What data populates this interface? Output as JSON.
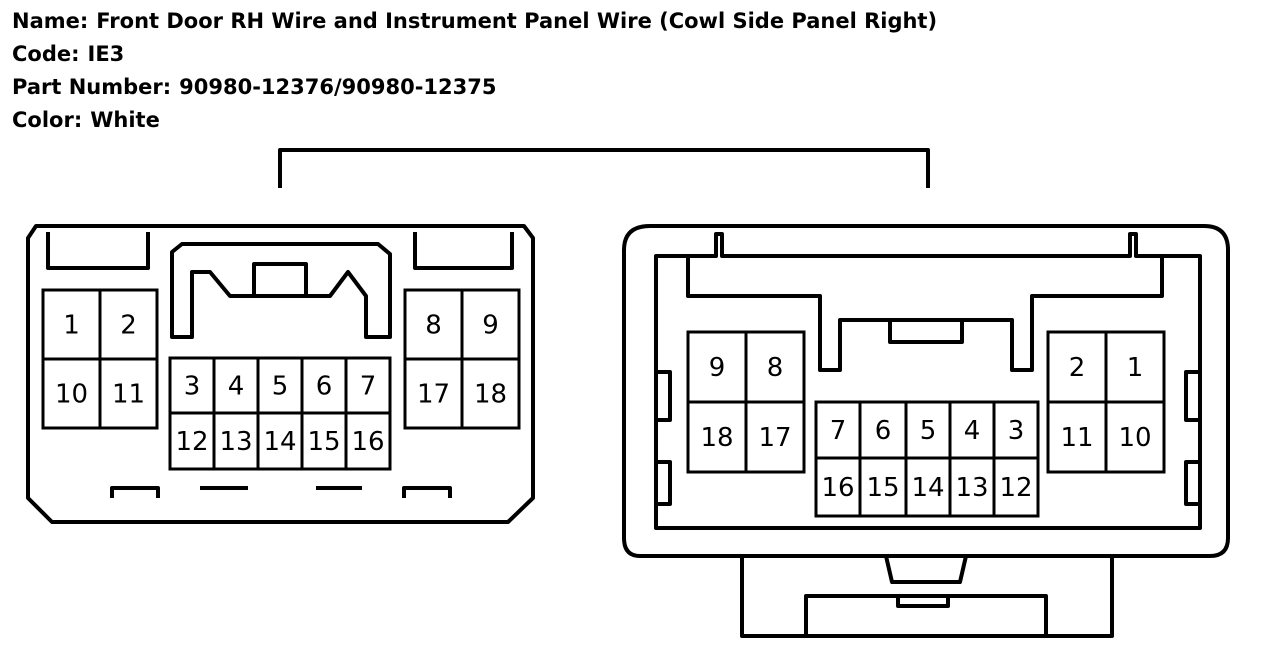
{
  "header": {
    "name_label": "Name:",
    "name_value": "Front Door RH Wire and Instrument Panel Wire (Cowl Side Panel Right)",
    "code_label": "Code:",
    "code_value": "IE3",
    "part_label": "Part Number:",
    "part_value": "90980-12376/90980-12375",
    "color_label": "Color:",
    "color_value": "White"
  },
  "connectors": {
    "left": {
      "pins": [
        "1",
        "2",
        "3",
        "4",
        "5",
        "6",
        "7",
        "8",
        "9",
        "10",
        "11",
        "12",
        "13",
        "14",
        "15",
        "16",
        "17",
        "18"
      ]
    },
    "right": {
      "pins": [
        "1",
        "2",
        "3",
        "4",
        "5",
        "6",
        "7",
        "8",
        "9",
        "10",
        "11",
        "12",
        "13",
        "14",
        "15",
        "16",
        "17",
        "18"
      ]
    }
  }
}
